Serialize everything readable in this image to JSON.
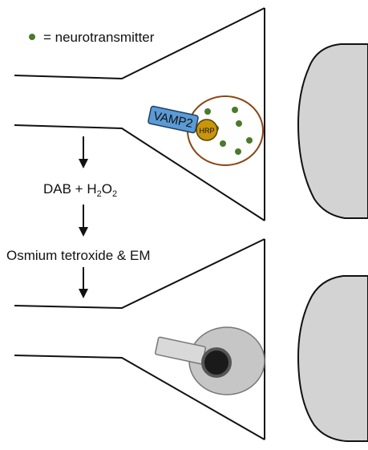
{
  "legend": {
    "label": "= neurotransmitter",
    "dot_color": "#4a7a2a"
  },
  "top_panel": {
    "protein_label": "VAMP2",
    "enzyme_label": "HRP",
    "colors": {
      "protein_fill": "#5b9bd5",
      "enzyme_fill": "#c8960c",
      "vesicle_stroke": "#8b4513",
      "neurotransmitter": "#4a7a2a",
      "postsynaptic_fill": "#d3d3d3"
    }
  },
  "steps": {
    "step1": {
      "prefix": "DAB + H",
      "sub1": "2",
      "mid": "O",
      "sub2": "2"
    },
    "step2": "Osmium tetroxide & EM"
  },
  "bottom_panel": {
    "colors": {
      "vesicle_fill": "#c6c6c6",
      "dense_deposit": "#1a1a1a",
      "protein_fill": "#d9d9d9",
      "postsynaptic_fill": "#d3d3d3"
    }
  }
}
